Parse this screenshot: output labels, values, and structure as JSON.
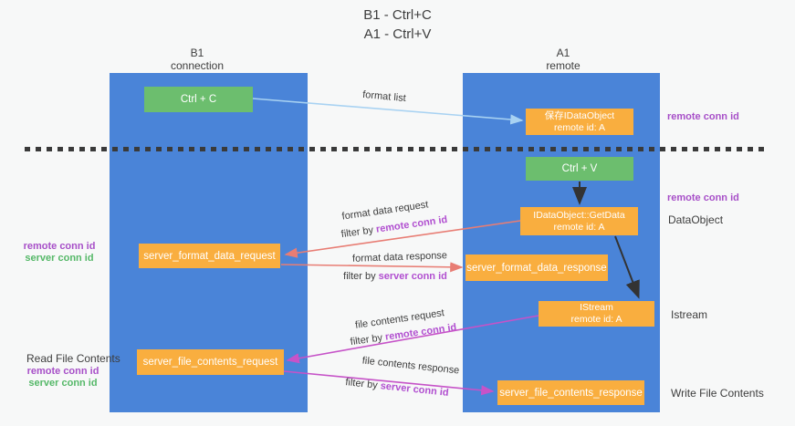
{
  "title": {
    "line1": "B1 - Ctrl+C",
    "line2": "A1 - Ctrl+V"
  },
  "columns": {
    "left": {
      "name": "B1",
      "role": "connection"
    },
    "right": {
      "name": "A1",
      "role": "remote"
    }
  },
  "nodes": {
    "ctrl_c": {
      "label": "Ctrl + C"
    },
    "ctrl_v": {
      "label": "Ctrl + V"
    },
    "save_dataobject": {
      "line1": "保存IDataObject",
      "line2": "remote id: A"
    },
    "getdata": {
      "line1": "IDataObject::GetData",
      "line2": "remote id: A"
    },
    "istream": {
      "line1": "IStream",
      "line2": "remote id: A"
    },
    "server_format_data_request": {
      "label": "server_format_data_request"
    },
    "server_format_data_response": {
      "label": "server_format_data_response"
    },
    "server_file_contents_request": {
      "label": "server_file_contents_request"
    },
    "server_file_contents_response": {
      "label": "server_file_contents_response"
    }
  },
  "side_labels": {
    "remote_conn_id_top": "remote conn id",
    "remote_conn_id_mid": "remote conn id",
    "dataobject": "DataObject",
    "istream": "Istream",
    "write_file_contents": "Write File Contents",
    "read_file_contents": "Read File Contents",
    "mid_left": {
      "remote": "remote conn id",
      "server": "server conn id"
    },
    "bottom_left": {
      "remote": "remote conn id",
      "server": "server conn id"
    }
  },
  "edge_labels": {
    "format_list": "format list",
    "format_data_request": "format data request",
    "format_data_request_filter": {
      "prefix": "filter by ",
      "key": "remote conn id"
    },
    "format_data_response": "format data response",
    "format_data_response_filter": {
      "prefix": "filter by ",
      "key": "server conn id"
    },
    "file_contents_request": "file contents request",
    "file_contents_request_filter": {
      "prefix": "filter by ",
      "key": "remote conn id"
    },
    "file_contents_response": "file contents response",
    "file_contents_response_filter": {
      "prefix": "filter by ",
      "key": "server conn id"
    }
  },
  "colors": {
    "background": "#f7f8f8",
    "column_blue": "#4a84d8",
    "box_orange": "#f9ae3f",
    "box_green": "#6cbe6e",
    "accent_purple": "#a74fc8",
    "accent_green": "#55b868",
    "filter_purple": "#b14fd0",
    "arrow_salmon": "#e87d74",
    "arrow_magenta": "#c653c8",
    "arrow_lightblue": "#a8d2f2",
    "arrow_black": "#333333",
    "dash_line": "#3a3a3a"
  }
}
